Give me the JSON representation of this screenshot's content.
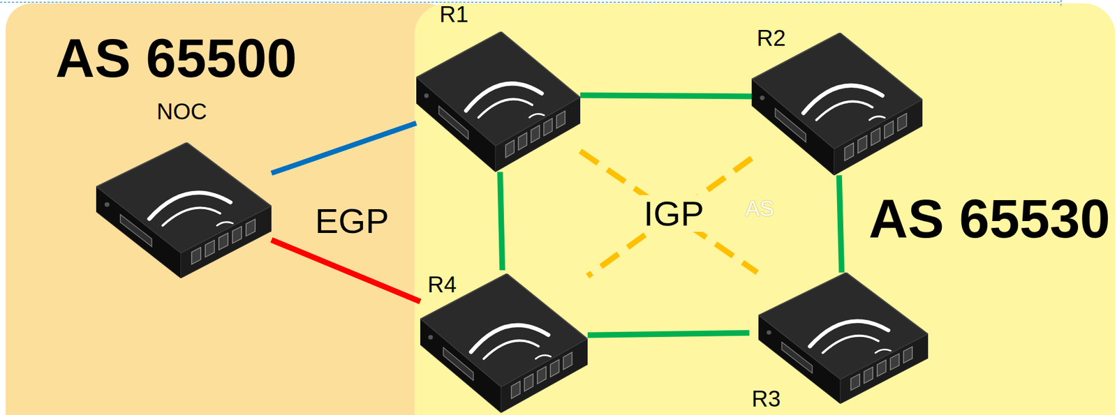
{
  "diagram": {
    "nodes": [
      {
        "text": [
          "AS 65500"
        ]
      },
      {
        "text": [
          "NOC"
        ],
        "in": 0
      },
      {
        "text": [
          "AS 65530"
        ]
      },
      {
        "text": [
          "R1"
        ],
        "in": 2
      },
      {
        "text": [
          "R2"
        ],
        "in": 2
      },
      {
        "text": [
          "R4"
        ],
        "in": 2
      },
      {
        "text": [
          "R3"
        ],
        "in": 2
      }
    ],
    "edges": [
      {
        "from": 1,
        "to": 3,
        "arrow": "none"
      },
      {
        "from": 1,
        "to": 5,
        "arrow": "none"
      },
      {
        "from": 3,
        "to": 4,
        "arrow": "none"
      },
      {
        "from": 4,
        "to": 6,
        "arrow": "none"
      },
      {
        "from": 6,
        "to": 5,
        "arrow": "none"
      },
      {
        "from": 5,
        "to": 3,
        "arrow": "none"
      },
      {
        "from": 3,
        "to": 6,
        "arrow": "none"
      },
      {
        "from": 4,
        "to": 5,
        "arrow": "none"
      }
    ],
    "labels": [
      "EGP",
      "IGP",
      "AS"
    ]
  }
}
